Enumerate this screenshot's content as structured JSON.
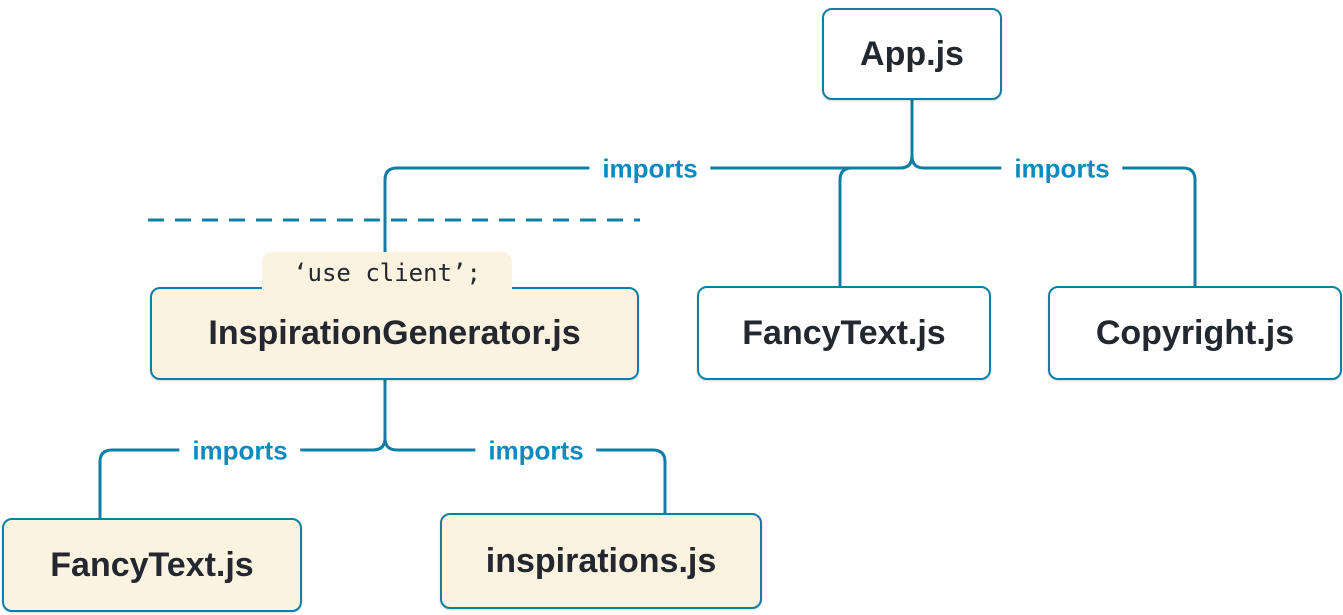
{
  "colors": {
    "line": "#0f7ea5",
    "node_border": "#0f7ea5",
    "node_text": "#23272f",
    "imports_text": "#0d8bc0",
    "client_bg": "#fbf2e0",
    "server_bg": "#ffffff",
    "canvas_bg": "#ffffff"
  },
  "nodes": {
    "app": {
      "label": "App.js"
    },
    "inspiration_generator": {
      "label": "InspirationGenerator.js",
      "directive": "‘use client’;"
    },
    "fancy_text_top": {
      "label": "FancyText.js"
    },
    "copyright": {
      "label": "Copyright.js"
    },
    "fancy_text_bottom": {
      "label": "FancyText.js"
    },
    "inspirations": {
      "label": "inspirations.js"
    }
  },
  "edges": {
    "app_to_inspiration_generator": {
      "label": "imports"
    },
    "app_to_copyright": {
      "label": "imports"
    },
    "generator_to_fancy_text": {
      "label": "imports"
    },
    "generator_to_inspirations": {
      "label": "imports"
    }
  }
}
